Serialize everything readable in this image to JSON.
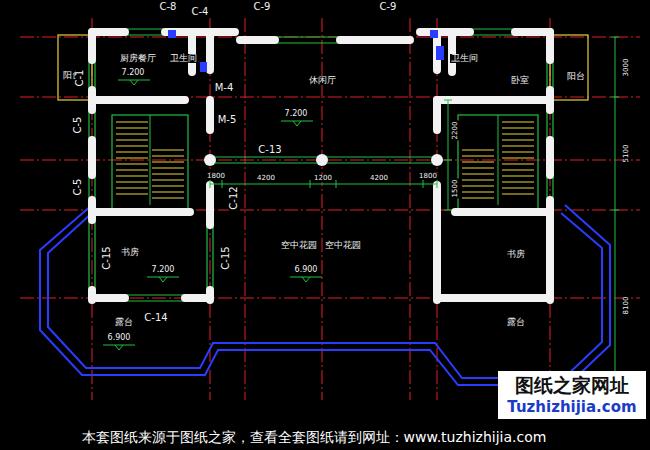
{
  "diagram": {
    "labels": [
      "C-8",
      "C-4",
      "C-9",
      "C-9",
      "阳台",
      "C-1",
      "厨房餐厅",
      "7.200",
      "卫生间",
      "M-4",
      "M-5",
      "C-5",
      "C-5",
      "休闲厅",
      "7.200",
      "C-13",
      "1800",
      "4200",
      "1200",
      "4200",
      "1800",
      "C-12",
      "2200",
      "1500",
      "卫生间",
      "卧室",
      "阳台",
      "3000",
      "5100",
      "8100",
      "C-15",
      "书房",
      "7.200",
      "C-15",
      "空中花园",
      "空中花园",
      "6.900",
      "书房",
      "C-14",
      "露台",
      "6.900",
      "露台",
      "图纸之家网址",
      "Tuzhizhijia.com",
      "本套图纸来源于图纸之家，查看全套图纸请到网址：www.tuzhizhijia.com"
    ]
  }
}
